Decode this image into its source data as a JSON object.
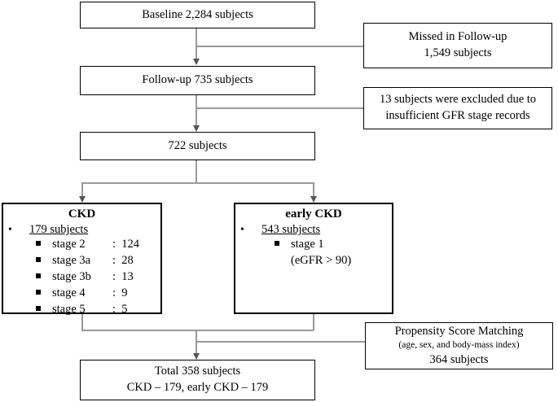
{
  "baseline": "Baseline 2,284 subjects",
  "missed": {
    "line1": "Missed in Follow-up",
    "line2": "1,549 subjects"
  },
  "followup": "Follow-up 735 subjects",
  "excluded": {
    "line1": "13 subjects were excluded due to",
    "line2": "insufficient GFR stage records"
  },
  "remaining": "722 subjects",
  "ckd": {
    "title": "CKD",
    "bullet": "•",
    "count": "179 subjects",
    "stages": [
      {
        "name": "stage 2",
        "value": ":  124"
      },
      {
        "name": "stage 3a",
        "value": ":  28"
      },
      {
        "name": "stage 3b",
        "value": ":  13"
      },
      {
        "name": "stage 4",
        "value": ":  9"
      },
      {
        "name": "stage 5",
        "value": ":  5"
      }
    ]
  },
  "early_ckd": {
    "title": "early CKD",
    "bullet": "•",
    "count": "543 subjects",
    "stage_name": "stage 1",
    "stage_detail": "(eGFR > 90)"
  },
  "psm": {
    "line1": "Propensity Score Matching",
    "line2": "(age, sex, and body-mass index)",
    "line3": "364 subjects"
  },
  "total": {
    "line1": "Total 358 subjects",
    "line2": "CKD – 179, early CKD – 179"
  }
}
